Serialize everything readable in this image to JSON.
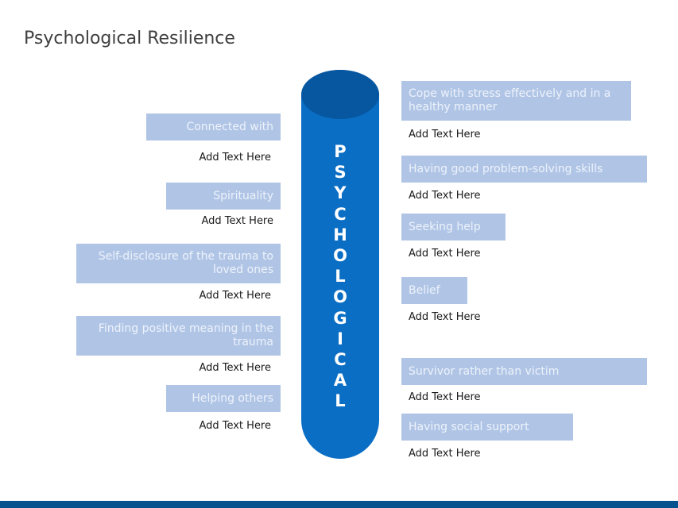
{
  "title": "Psychological Resilience",
  "colors": {
    "cylinder_body": "#0a6ec4",
    "cylinder_top": "#0757a0",
    "box_fill": "#b0c5e6",
    "box_text": "#edf2fa",
    "footer_bar": "#05528f",
    "title_text": "#404040"
  },
  "cylinder": {
    "letters": [
      "P",
      "S",
      "Y",
      "C",
      "H",
      "O",
      "L",
      "O",
      "G",
      "I",
      "C",
      "A",
      "L"
    ]
  },
  "left_items": [
    {
      "label": "Connected with",
      "sub": "Add Text Here"
    },
    {
      "label": "Spirituality",
      "sub": "Add Text Here"
    },
    {
      "label": "Self-disclosure of the trauma to loved ones",
      "sub": "Add Text Here"
    },
    {
      "label": "Finding positive meaning in the trauma",
      "sub": "Add Text Here"
    },
    {
      "label": "Helping others",
      "sub": "Add Text Here"
    }
  ],
  "right_items": [
    {
      "label": "Cope with stress effectively and in a healthy manner",
      "sub": "Add Text Here"
    },
    {
      "label": "Having good problem-solving skills",
      "sub": "Add Text Here"
    },
    {
      "label": "Seeking help",
      "sub": "Add Text Here"
    },
    {
      "label": "Belief",
      "sub": "Add Text Here"
    },
    {
      "label": "Survivor rather than victim",
      "sub": "Add Text Here"
    },
    {
      "label": "Having social support",
      "sub": "Add Text Here"
    }
  ]
}
